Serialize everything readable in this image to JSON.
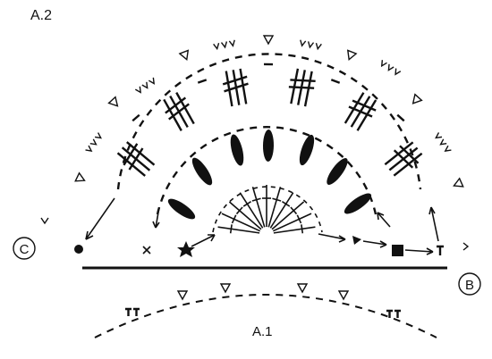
{
  "diagram": {
    "title": "A.2",
    "subtitle": "A.1",
    "marker_left": "C",
    "marker_right": "B"
  },
  "legend_symbols": {
    "chain": "triangle-outline",
    "double_crochet_group": "vvv",
    "treble": "tall-stitch",
    "puff": "filled-oval",
    "slip_stitch": "filled-circle",
    "single_crochet": "x",
    "start_ring": "star",
    "magic_square": "filled-square",
    "small_triangle": "filled-triangle"
  },
  "colors": {
    "ink": "#111111",
    "background": "#ffffff"
  }
}
